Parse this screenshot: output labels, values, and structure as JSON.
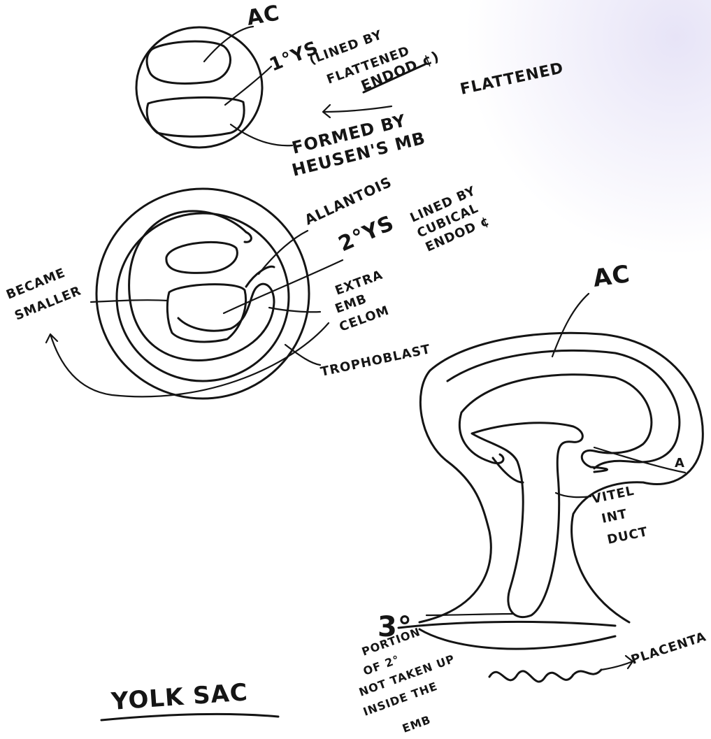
{
  "top": {
    "ac": "AC",
    "primary_ys": "1°YS",
    "lined_by_1": "(LINED BY",
    "lined_by_2": "FLATTENED",
    "lined_by_3": "ENDOD ¢)",
    "flattened": "FLATTENED",
    "formed_by_1": "FORMED BY",
    "formed_by_2": "HEUSEN'S MB"
  },
  "middle": {
    "allantois": "ALLANTOIS",
    "secondary_ys": "2°YS",
    "lined_cubical_1": "LINED BY",
    "lined_cubical_2": "CUBICAL",
    "lined_cubical_3": "ENDOD ¢",
    "extra_1": "EXTRA",
    "extra_2": "EMB",
    "extra_3": "CELOM",
    "trophoblast": "TROPHOBLAST",
    "became_1": "BECAME",
    "became_2": "SMALLER"
  },
  "bottom": {
    "ac": "AC",
    "a": "A",
    "vitel_1": "VITEL",
    "vitel_2": "INT",
    "vitel_3": "DUCT",
    "tertiary": "3°",
    "portion_1": "PORTION",
    "portion_2": "OF 2°",
    "portion_3": "NOT TAKEN UP",
    "portion_4": "INSIDE THE",
    "portion_5": "EMB",
    "placenta": "PLACENTA"
  },
  "title": "YOLK SAC",
  "colors": {
    "ink": "#141414",
    "blue_hatch": "#1c3f8f"
  }
}
